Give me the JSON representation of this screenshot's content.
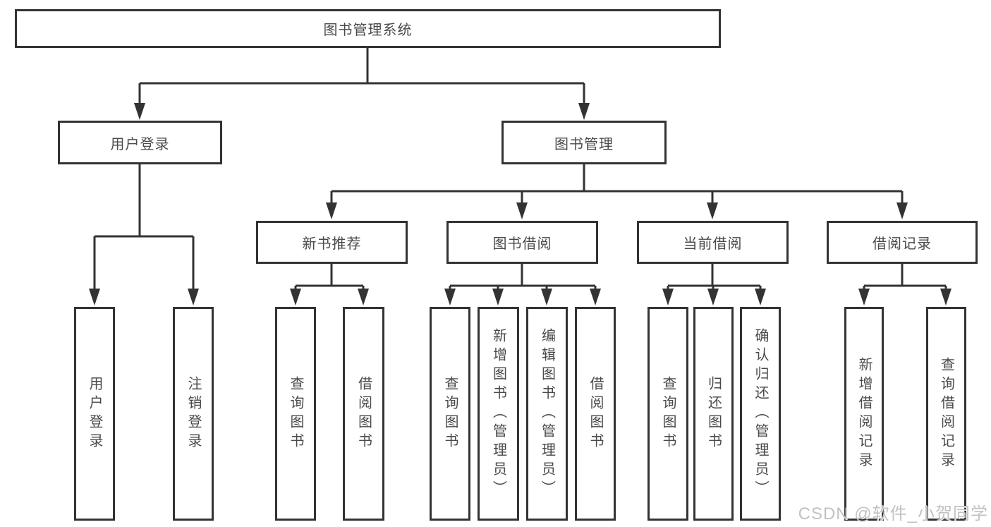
{
  "colors": {
    "line": "#333333",
    "text": "#4a4a4a",
    "watermark": "#c2c2c2",
    "background": "#ffffff"
  },
  "watermark": "CSDN @软件_小贺同学",
  "tree": {
    "root": {
      "label": "图书管理系统"
    },
    "branches": [
      {
        "label": "用户登录",
        "children": [
          {
            "label": "用户登录"
          },
          {
            "label": "注销登录"
          }
        ]
      },
      {
        "label": "图书管理",
        "sections": [
          {
            "label": "新书推荐",
            "children": [
              {
                "label": "查询图书"
              },
              {
                "label": "借阅图书"
              }
            ]
          },
          {
            "label": "图书借阅",
            "children": [
              {
                "label": "查询图书"
              },
              {
                "label": "新增图书（管理员）"
              },
              {
                "label": "编辑图书（管理员）"
              },
              {
                "label": "借阅图书"
              }
            ]
          },
          {
            "label": "当前借阅",
            "children": [
              {
                "label": "查询图书"
              },
              {
                "label": "归还图书"
              },
              {
                "label": "确认归还（管理员）"
              }
            ]
          },
          {
            "label": "借阅记录",
            "children": [
              {
                "label": "新增借阅记录"
              },
              {
                "label": "查询借阅记录"
              }
            ]
          }
        ]
      }
    ]
  }
}
